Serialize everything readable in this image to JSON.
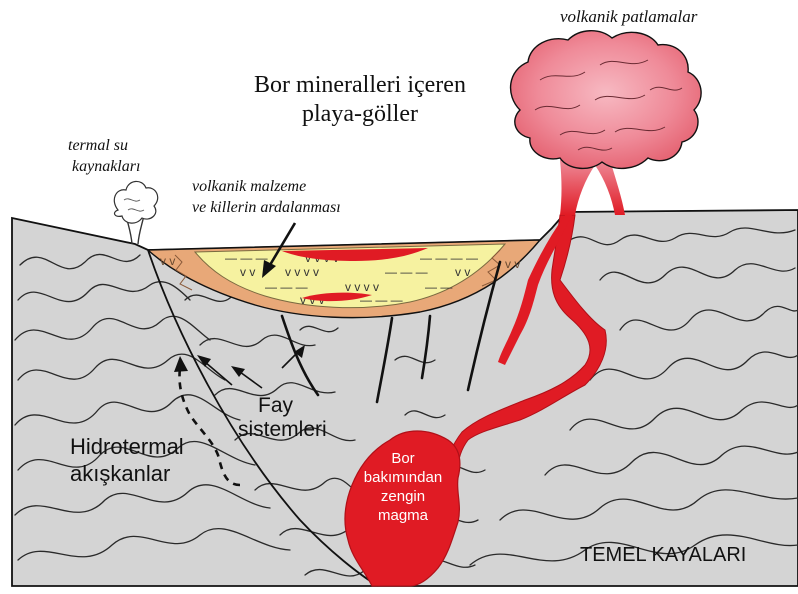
{
  "labels": {
    "volcanic_eruptions": "volkanik patlamalar",
    "boron_lakes_line1": "Bor mineralleri içeren",
    "boron_lakes_line2": "playa-göller",
    "thermal_springs_line1": "termal su",
    "thermal_springs_line2": "kaynakları",
    "volcanic_material_line1": "volkanik malzeme",
    "volcanic_material_line2": "ve killerin ardalanması",
    "fault_systems_line1": "Fay",
    "fault_systems_line2": "sistemleri",
    "hydrothermal_line1": "Hidrotermal",
    "hydrothermal_line2": "akışkanlar",
    "magma_line1": "Bor",
    "magma_line2": "bakımından",
    "magma_line3": "zengin",
    "magma_line4": "magma",
    "basement_rocks": "TEMEL KAYALARI"
  },
  "colors": {
    "basement": "#d4d4d4",
    "magma": "#e01b24",
    "lake_fill": "#f6f2a0",
    "lake_edge": "#e8a878",
    "eruption_cloud": "#ee8a98",
    "outline": "#111111"
  }
}
